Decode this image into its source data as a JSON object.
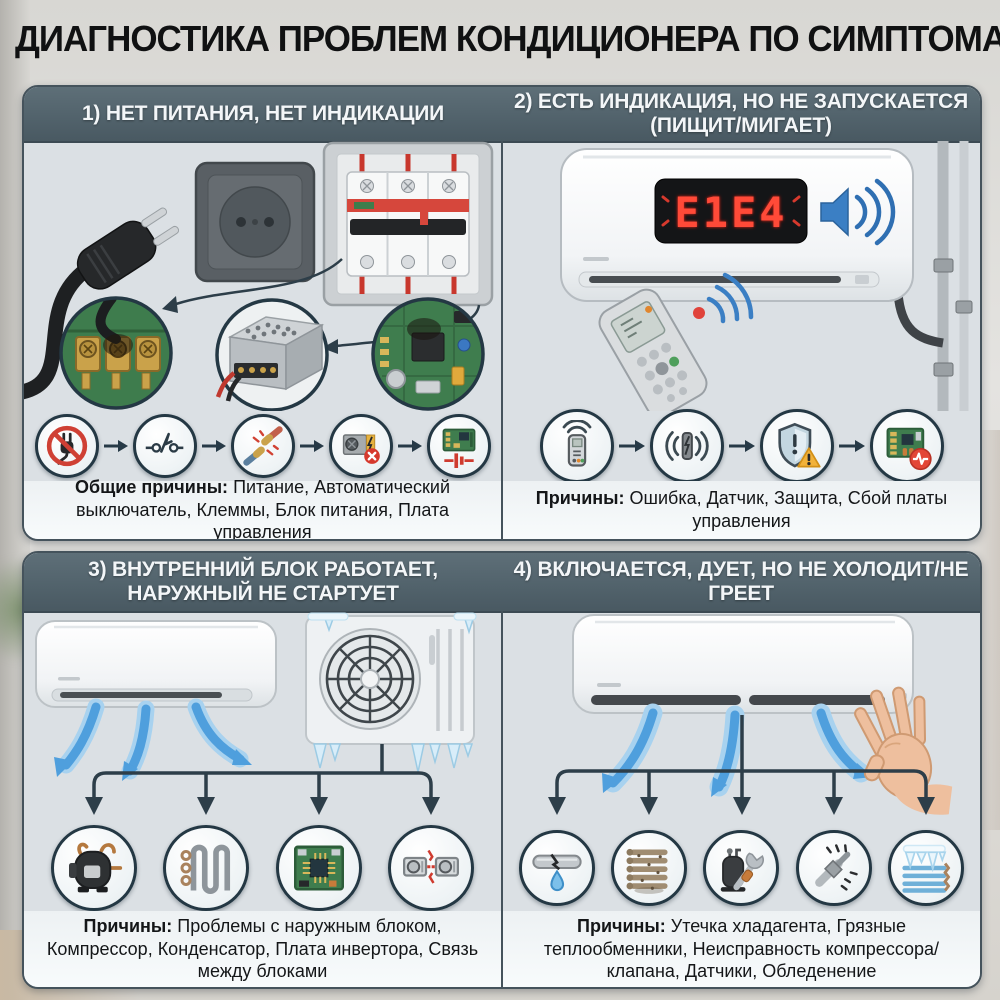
{
  "title": "ДИАГНОСТИКА ПРОБЛЕМ КОНДИЦИОНЕРА ПО СИМПТОМАМ",
  "colors": {
    "header_bg": "#52636c",
    "panel_bg": "#dbe0e4",
    "panel_border": "#45535c",
    "icon_circle_border": "#243844",
    "flow_arrow": "#273a47",
    "air_arrow_blue": "#4f9fdd",
    "error_red": "#d6392d",
    "warning_yellow": "#f2b23a",
    "pcb_green": "#3f7d4e",
    "display_digits_red": "#ef2318"
  },
  "quadrants": [
    {
      "header": "1) НЕТ ПИТАНИЯ, НЕТ ИНДИКАЦИИ",
      "caption_label": "Общие причины:",
      "caption_text": " Питание, Автоматический выключатель, Клеммы, Блок питания, Плата управления",
      "illustration": [
        "power-plug",
        "wall-socket",
        "circuit-breaker-panel",
        "burnt-terminals-closeup",
        "power-supply-closeup",
        "control-board-closeup"
      ],
      "icons": [
        "no-plug",
        "breaker-tripped",
        "loose-wires",
        "power-supply-failed",
        "control-board-fault"
      ]
    },
    {
      "header": "2) ЕСТЬ ИНДИКАЦИЯ, НО НЕ ЗАПУСКАЕТСЯ (ПИЩИТ/МИГАЕТ)",
      "display_code": "E1E4",
      "caption_label": "Причины:",
      "caption_text": " Ошибка, Датчик, Защита, Сбой платы управления",
      "illustration": [
        "indoor-unit-with-error-display",
        "beeper",
        "remote-control-signal",
        "pipes"
      ],
      "icons": [
        "remote-signal",
        "sensor-signal",
        "protection-shield",
        "board-pulse-fault"
      ]
    },
    {
      "header": "3) ВНУТРЕННИЙ БЛОК РАБОТАЕТ, НАРУЖНЫЙ НЕ СТАРТУЕТ",
      "caption_label": "Причины:",
      "caption_text": " Проблемы с наружным блоком, Компрессор, Конденсатор, Плата инвертора, Связь между блоками",
      "illustration": [
        "indoor-unit-blowing-air",
        "frozen-outdoor-unit"
      ],
      "icons": [
        "compressor",
        "condenser-coil",
        "inverter-board",
        "units-link-broken"
      ]
    },
    {
      "header": "4) ВКЛЮЧАЕТСЯ, ДУЕТ, НО НЕ ХОЛОДИТ/НЕ ГРЕЕТ",
      "caption_label": "Причины:",
      "caption_text": " Утечка хладагента, Грязные теплообменники, Неисправность компрессора/клапана, Датчики, Обледенение",
      "illustration": [
        "indoor-unit-blowing-air",
        "hand-feeling-airflow"
      ],
      "icons": [
        "refrigerant-leak",
        "dirty-heat-exchanger",
        "compressor-wrench",
        "sensor-spark",
        "iced-coil"
      ]
    }
  ]
}
